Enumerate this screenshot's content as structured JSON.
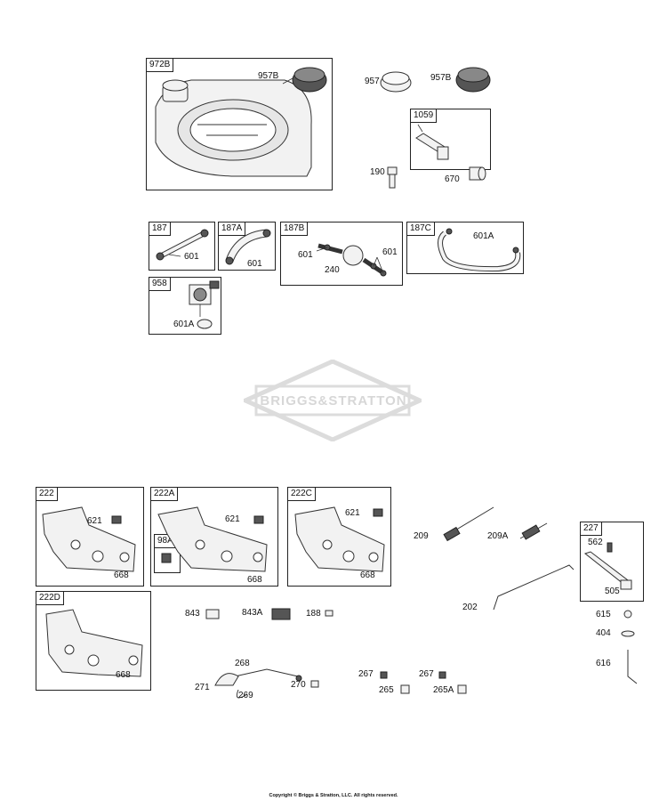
{
  "boxes": {
    "b972B": "972B",
    "b1059": "1059",
    "b187": "187",
    "b187A": "187A",
    "b187B": "187B",
    "b187C": "187C",
    "b958": "958",
    "b222": "222",
    "b222A": "222A",
    "b98A": "98A",
    "b222C": "222C",
    "b227": "227",
    "b222D": "222D"
  },
  "labels": {
    "l957B_a": "957B",
    "l957": "957",
    "l957B_b": "957B",
    "l190": "190",
    "l670": "670",
    "l601_187": "601",
    "l601_187A": "601",
    "l601_187B_a": "601",
    "l240": "240",
    "l601_187B_b": "601",
    "l601A_187C": "601A",
    "l601A_958": "601A",
    "l621_222": "621",
    "l668_222": "668",
    "l621_222A": "621",
    "l668_222A": "668",
    "l621_222C": "621",
    "l668_222C": "668",
    "l668_222D": "668",
    "l209": "209",
    "l209A": "209A",
    "l562": "562",
    "l505": "505",
    "l202": "202",
    "l615": "615",
    "l404": "404",
    "l616": "616",
    "l843": "843",
    "l843A": "843A",
    "l188": "188",
    "l268": "268",
    "l271": "271",
    "l269": "269",
    "l270": "270",
    "l267_a": "267",
    "l267_b": "267",
    "l265": "265",
    "l265A": "265A"
  },
  "watermark": "BRIGGS&STRATTON",
  "copyright": "Copyright © Briggs & Stratton, LLC. All rights reserved."
}
